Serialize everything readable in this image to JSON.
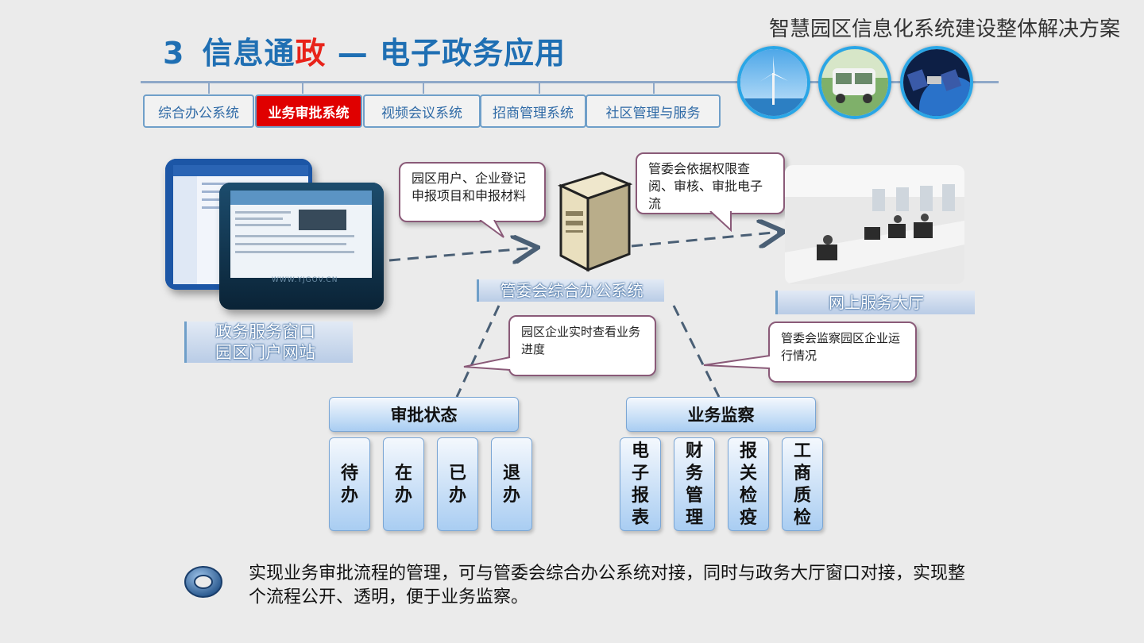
{
  "header": {
    "doc_title": "智慧园区信息化系统建设整体解决方案",
    "section_number": "3",
    "title_prefix": "信息通",
    "title_highlight": "政",
    "title_suffix": " — 电子政务应用"
  },
  "tabs": [
    {
      "label": "综合办公系统",
      "active": false
    },
    {
      "label": "业务审批系统",
      "active": true
    },
    {
      "label": "视频会议系统",
      "active": false
    },
    {
      "label": "招商管理系统",
      "active": false
    },
    {
      "label": "社区管理与服务",
      "active": false
    }
  ],
  "diagram": {
    "left_label_line1": "政务服务窗口",
    "left_label_line2": "园区门户网站",
    "center_label": "管委会综合办公系统",
    "right_label": "网上服务大厅",
    "callout_left": "园区用户、企业登记申报项目和申报材料",
    "callout_right": "管委会依据权限查阅、审核、审批电子流",
    "callout_progress": "园区企业实时查看业务进度",
    "callout_monitor": "管委会监察园区企业运行情况",
    "monitor_small_text": "WWW.YJGOV.CN",
    "approval_header": "审批状态",
    "approval_items": [
      "待办",
      "在办",
      "已办",
      "退办"
    ],
    "supervision_header": "业务监察",
    "supervision_items": [
      "电子报表",
      "财务管理",
      "报关检疫",
      "工商质检"
    ]
  },
  "summary": "实现业务审批流程的管理，可与管委会综合办公系统对接，同时与政务大厅窗口对接，实现整个流程公开、透明，便于业务监察。",
  "colors": {
    "title_blue": "#1f6fb3",
    "title_red": "#e8231a",
    "active_tab": "#e00000",
    "tab_border": "#6f9fc9",
    "callout_border": "#8a5a78"
  }
}
